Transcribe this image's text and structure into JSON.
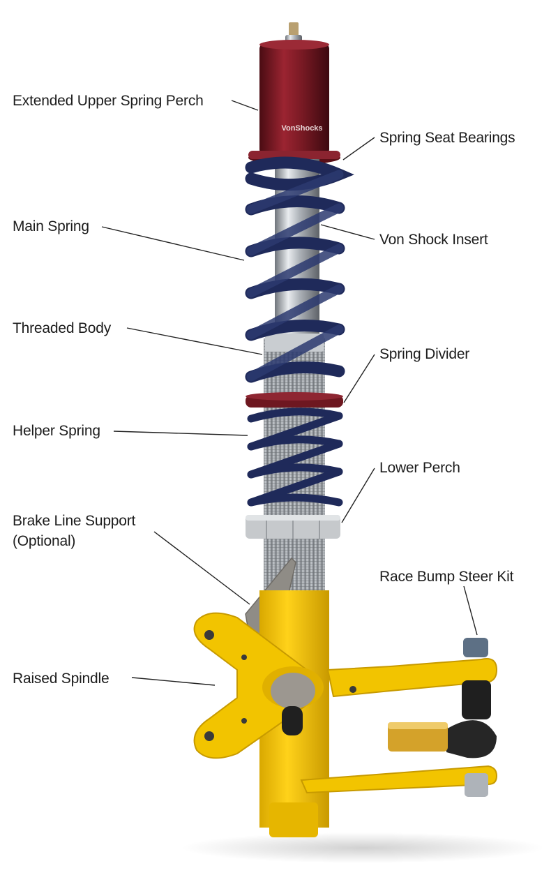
{
  "brand_mark": "VonShocks",
  "labels": {
    "extended_upper_spring_perch": "Extended Upper Spring Perch",
    "spring_seat_bearings": "Spring Seat Bearings",
    "main_spring": "Main Spring",
    "von_shock_insert": "Von Shock Insert",
    "threaded_body": "Threaded Body",
    "spring_divider": "Spring Divider",
    "helper_spring": "Helper Spring",
    "lower_perch": "Lower Perch",
    "brake_line_support_line1": "Brake Line Support",
    "brake_line_support_line2": "(Optional)",
    "race_bump_steer_kit": "Race Bump Steer Kit",
    "raised_spindle": "Raised Spindle"
  },
  "colors": {
    "perch_maroon": "#7a1a24",
    "spring_navy": "#1f2a5a",
    "spindle_yellow": "#f2c400",
    "steel_silver": "#b8bcc2",
    "leader_line": "#222222"
  }
}
